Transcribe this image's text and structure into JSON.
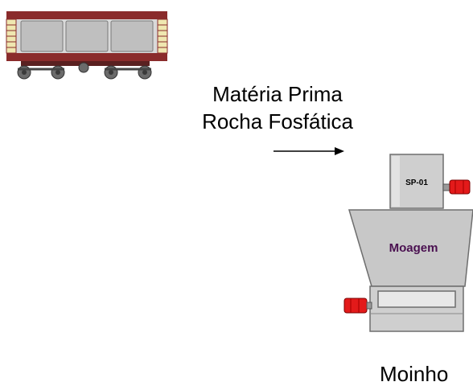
{
  "labels": {
    "materia_prima": "Matéria Prima",
    "rocha_fosfatica": "Rocha Fosfática",
    "sp_01": "SP-01",
    "moagem": "Moagem",
    "moinho": "Moinho"
  },
  "colors": {
    "wagon_frame": "#8a2b2b",
    "wagon_panel": "#bfbfbf",
    "wagon_accent": "#e8e0a0",
    "equipment_gray": "#c8c8c8",
    "motor_red": "#e31a1a",
    "moagem_text": "#4a1050"
  }
}
